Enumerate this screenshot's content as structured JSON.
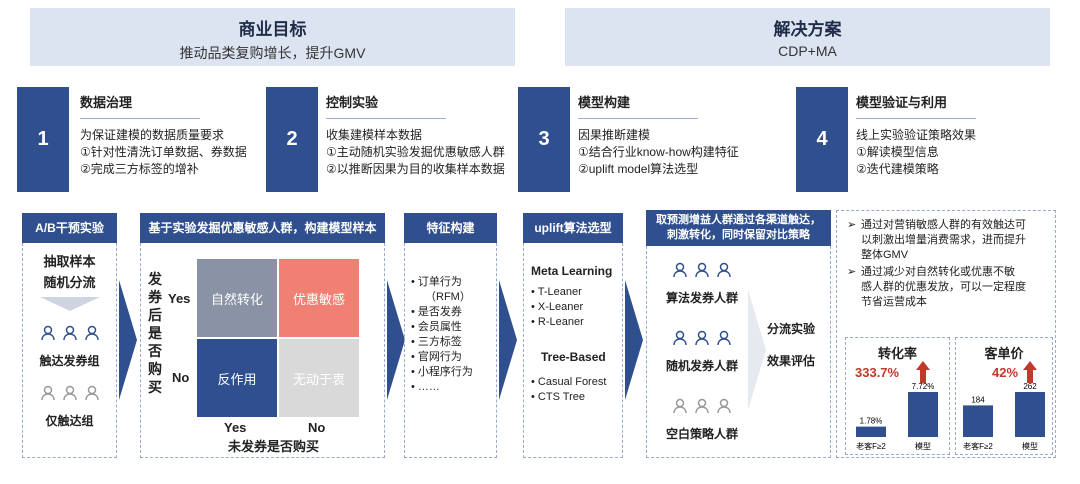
{
  "banners": {
    "left": {
      "title": "商业目标",
      "subtitle": "推动品类复购增长，提升GMV"
    },
    "right": {
      "title": "解决方案",
      "subtitle": "CDP+MA"
    }
  },
  "steps": [
    {
      "num": "1",
      "title": "数据治理",
      "lines": [
        "为保证建模的数据质量要求",
        "①针对性清洗订单数据、券数据",
        "②完成三方标签的增补"
      ]
    },
    {
      "num": "2",
      "title": "控制实验",
      "lines": [
        "收集建模样本数据",
        "①主动随机实验发掘优惠敏感人群",
        "②以推断因果为目的收集样本数据"
      ]
    },
    {
      "num": "3",
      "title": "模型构建",
      "lines": [
        "因果推断建模",
        "①结合行业know-how构建特征",
        "②uplift model算法选型"
      ]
    },
    {
      "num": "4",
      "title": "模型验证与利用",
      "lines": [
        "线上实验验证策略效果",
        "①解读模型信息",
        "②迭代建模策略"
      ]
    }
  ],
  "ab": {
    "header": "A/B干预实验",
    "top": [
      "抽取样本",
      "随机分流"
    ],
    "group1": "触达发券组",
    "group2": "仅触达组"
  },
  "matrix": {
    "header": "基于实验发掘优惠敏感人群，构建模型样本",
    "y_question": [
      "发",
      "券",
      "后",
      "是",
      "否",
      "购",
      "买"
    ],
    "y_yes": "Yes",
    "y_no": "No",
    "cells": [
      "自然转化",
      "优惠敏感",
      "反作用",
      "无动于衷"
    ],
    "x_yes": "Yes",
    "x_no": "No",
    "x_question": "未发券是否购买"
  },
  "features": {
    "header": "特征构建",
    "items": [
      "订单行为",
      "（RFM）",
      "是否发券",
      "会员属性",
      "三方标签",
      "官网行为",
      "小程序行为",
      "……"
    ]
  },
  "uplift": {
    "header": "uplift算法选型",
    "meta_title": "Meta Learning",
    "meta_items": [
      "T-Leaner",
      "X-Leaner",
      "R-Leaner"
    ],
    "tree_title": "Tree-Based",
    "tree_items": [
      "Casual Forest",
      "CTS Tree"
    ]
  },
  "split": {
    "header": [
      "取预测增益人群通过各渠道触达，",
      "刺激转化，同时保留对比策略"
    ],
    "groups": [
      "算法发券人群",
      "随机发券人群",
      "空白策略人群"
    ],
    "right_labels": [
      "分流实验",
      "效果评估"
    ]
  },
  "results": {
    "bullets": [
      [
        "通过对营销敏感人群的有效触达可",
        "以刺激出增量消费需求，进而提升",
        "整体GMV"
      ],
      [
        "通过减少对自然转化或优惠不敏",
        "感人群的优惠发放，可以一定程度",
        "节省运营成本"
      ]
    ],
    "conv": {
      "title": "转化率",
      "lift": "333.7%",
      "categories": [
        "老客F≥2",
        "模型"
      ],
      "labels": [
        "1.78%",
        "7.72%"
      ],
      "values": [
        1.78,
        7.72
      ]
    },
    "aov": {
      "title": "客单价",
      "lift": "42%",
      "categories": [
        "老客F≥2",
        "模型"
      ],
      "labels": [
        "184",
        "262"
      ],
      "values": [
        184,
        262
      ]
    }
  },
  "colors": {
    "navy": "#2f4f8f",
    "banner": "#dde4f1",
    "red": "#c0392b",
    "pink": "#f08074",
    "gray": "#d9d9d9",
    "slate": "#8a93a5"
  }
}
